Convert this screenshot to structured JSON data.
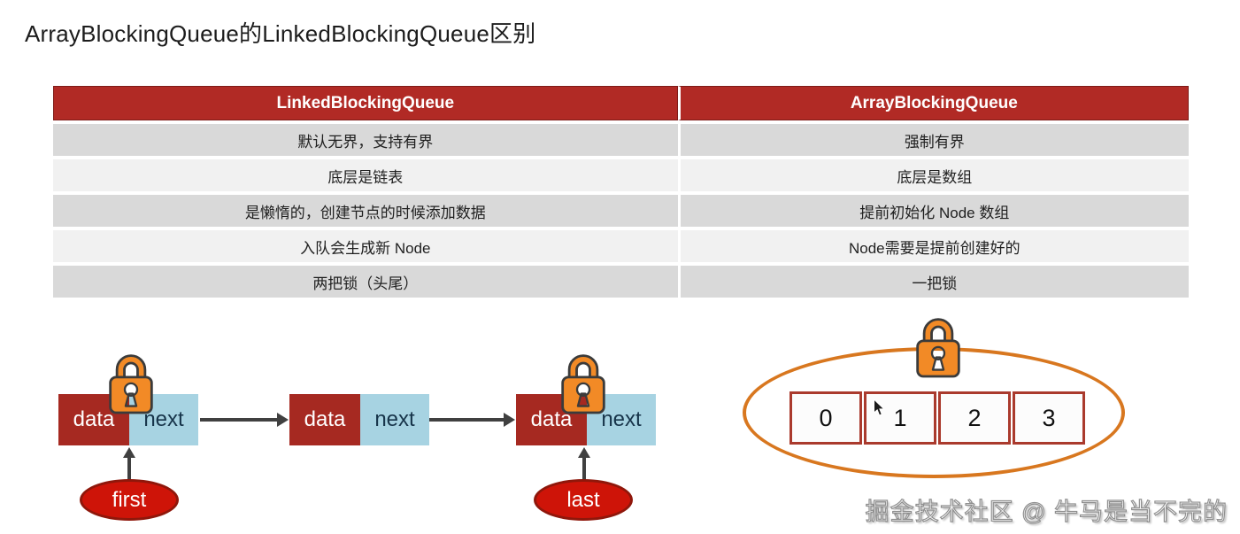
{
  "page": {
    "title": "ArrayBlockingQueue的LinkedBlockingQueue区别",
    "watermark": "掘金技术社区 @ 牛马是当不完的"
  },
  "comparison_table": {
    "headers": [
      "LinkedBlockingQueue",
      "ArrayBlockingQueue"
    ],
    "rows": [
      [
        "默认无界，支持有界",
        "强制有界"
      ],
      [
        "底层是链表",
        "底层是数组"
      ],
      [
        "是懒惰的，创建节点的时候添加数据",
        "提前初始化 Node 数组"
      ],
      [
        "入队会生成新 Node",
        "Node需要是提前创建好的"
      ],
      [
        "两把锁（头尾）",
        "一把锁"
      ]
    ]
  },
  "linked_list": {
    "nodes": [
      {
        "data": "data",
        "next": "next"
      },
      {
        "data": "data",
        "next": "next"
      },
      {
        "data": "data",
        "next": "next"
      }
    ],
    "first_label": "first",
    "last_label": "last"
  },
  "array_diagram": {
    "cells": [
      "0",
      "1",
      "2",
      "3"
    ]
  },
  "colors": {
    "header_red": "#B12A25",
    "row_dark_gray": "#D9D9D9",
    "row_light_gray": "#F1F1F1",
    "node_data_red": "#A62921",
    "node_next_blue": "#A7D3E2",
    "pointer_ellipse_red": "#CE1408",
    "lock_orange": "#F28A26",
    "array_cell_border_red": "#AA3A2D",
    "big_oval_orange": "#D8771F",
    "arrow_gray": "#404040"
  }
}
